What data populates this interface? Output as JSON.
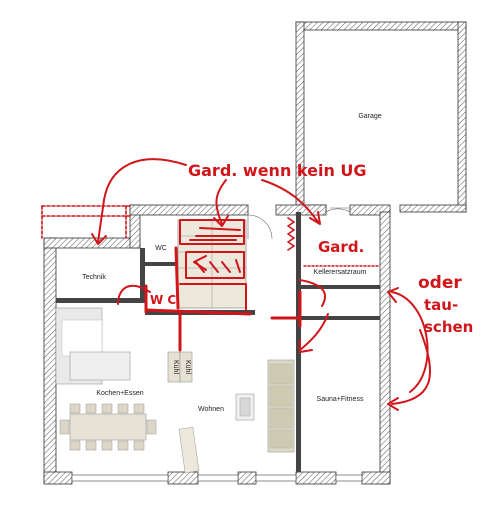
{
  "plan": {
    "rooms": {
      "garage": "Garage",
      "wc": "WC",
      "technik": "Technik",
      "kellerersatzraum": "Kellerersatzraum",
      "kochen_essen": "Kochen+Essen",
      "wohnen": "Wohnen",
      "sauna_fitness": "Sauna+Fitness"
    },
    "fixtures": {
      "fridge_1": "Kühl",
      "fridge_2": "Kühl"
    }
  },
  "annotations": {
    "note_garderobe_wenn_kein_ug": "Gard. wenn kein UG",
    "note_garderobe": "Gard.",
    "note_oder": "oder",
    "note_tau": "tau-",
    "note_schen": "schen",
    "wc_scribble": "W C",
    "ink_color": "#d0161b"
  }
}
